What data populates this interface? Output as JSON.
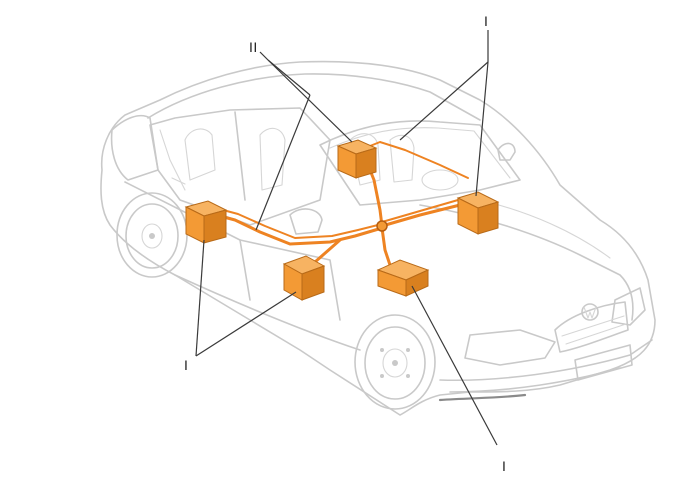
{
  "labels": {
    "top_right": "I",
    "top_center": "II",
    "bottom_left": "I",
    "bottom_right": "I"
  },
  "colors": {
    "wiring_bus": "#ee8322",
    "control_unit": "#f39a35",
    "car_outline": "#c9c9c9",
    "leader_line": "#3a3a3a"
  },
  "components": [
    {
      "id": "rear-left-unit",
      "group": "I"
    },
    {
      "id": "front-left-unit",
      "group": "I"
    },
    {
      "id": "rear-center-unit",
      "group": "II"
    },
    {
      "id": "dashboard-right-unit",
      "group": "I"
    },
    {
      "id": "engine-bay-unit",
      "group": "I"
    },
    {
      "id": "wiring-junction-node",
      "group": ""
    }
  ]
}
